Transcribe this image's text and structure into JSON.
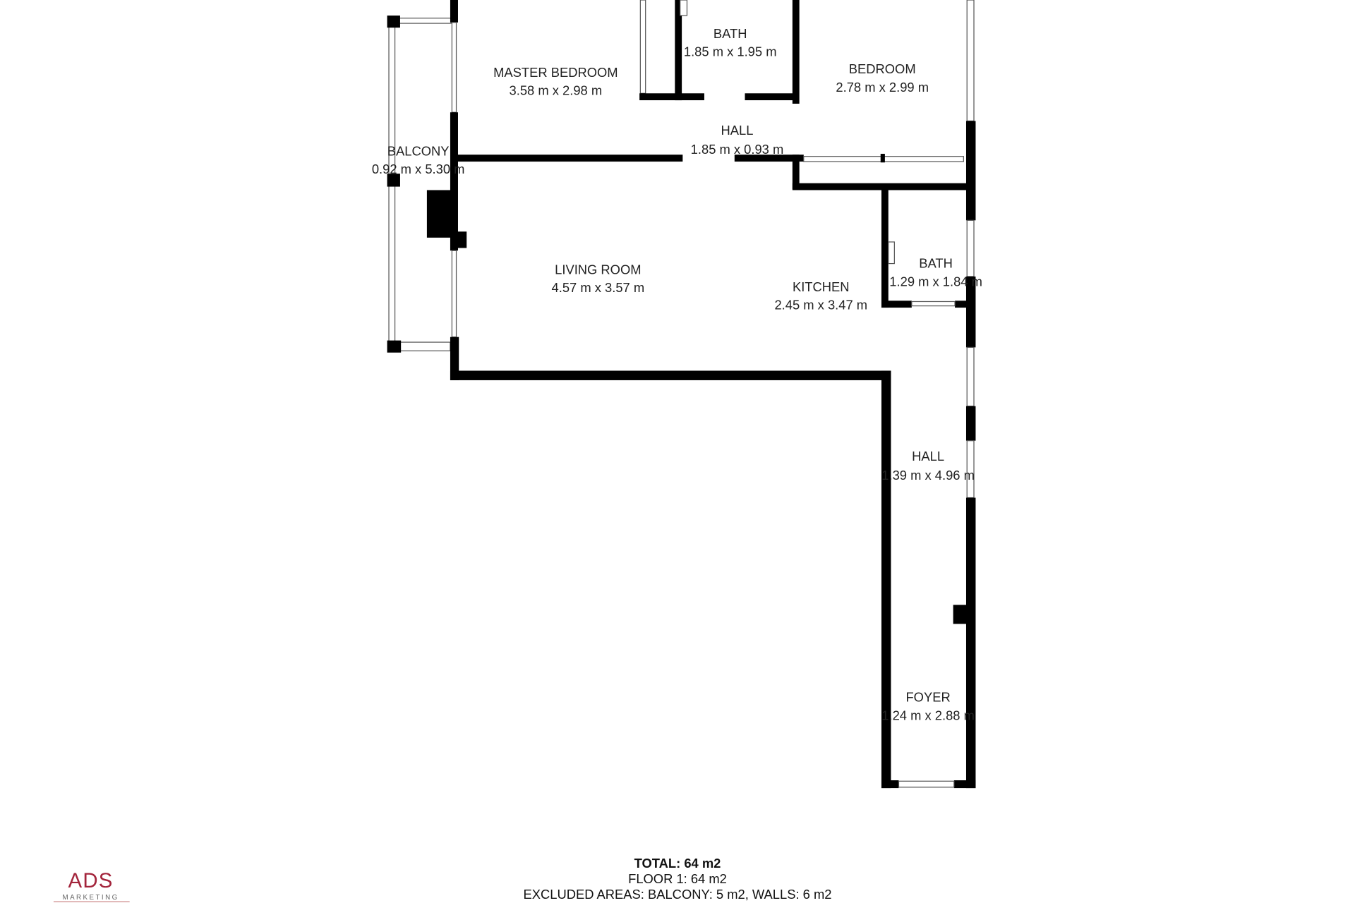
{
  "rooms": [
    {
      "name": "MASTER BEDROOM",
      "size": "3.58 m x 2.98 m"
    },
    {
      "name": "BATH",
      "size": "1.85 m x 1.95 m"
    },
    {
      "name": "BEDROOM",
      "size": "2.78 m x 2.99 m"
    },
    {
      "name": "HALL",
      "size": "1.85 m x 0.93 m"
    },
    {
      "name": "BALCONY",
      "size": "0.92 m x 5.30 m"
    },
    {
      "name": "LIVING ROOM",
      "size": "4.57 m x 3.57 m"
    },
    {
      "name": "KITCHEN",
      "size": "2.45 m x 3.47 m"
    },
    {
      "name": "BATH",
      "size": "1.29 m x 1.84 m"
    },
    {
      "name": "HALL",
      "size": "1.39 m x 4.96 m"
    },
    {
      "name": "FOYER",
      "size": "1.24 m x 2.88 m"
    }
  ],
  "summary": {
    "total": "TOTAL: 64 m2",
    "floor": "FLOOR 1: 64 m2",
    "excluded": "EXCLUDED AREAS: BALCONY: 5 m2, WALLS: 6 m2"
  },
  "logo": {
    "text": "ADS",
    "subtext": "MARKETING",
    "color": "#a3243b"
  },
  "colors": {
    "wall": "#000000",
    "background": "#ffffff"
  }
}
